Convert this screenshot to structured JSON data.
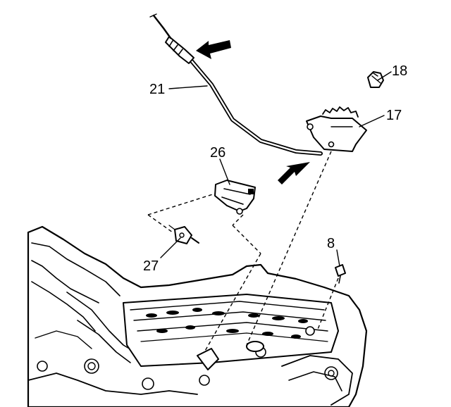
{
  "callouts": {
    "c21": "21",
    "c18": "18",
    "c17": "17",
    "c26": "26",
    "c27": "27",
    "c8": "8"
  }
}
